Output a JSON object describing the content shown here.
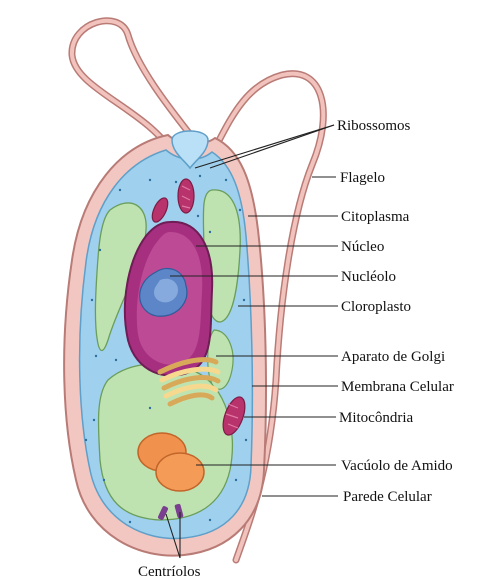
{
  "diagram": {
    "labels": {
      "ribossomos": "Ribossomos",
      "flagelo": "Flagelo",
      "citoplasma": "Citoplasma",
      "nucleo": "Núcleo",
      "nucleolo": "Nucléolo",
      "cloroplasto": "Cloroplasto",
      "golgi": "Aparato de Golgi",
      "membrana": "Membrana Celular",
      "mitocondria": "Mitocôndria",
      "vacuolo": "Vacúolo de Amido",
      "parede": "Parede Celular",
      "centriolos": "Centríolos"
    },
    "colors": {
      "cell_wall": "#f2c7c2",
      "cell_wall_edge": "#b97b76",
      "cytoplasm": "#9fd0ee",
      "chloroplast": "#bfe3b0",
      "nucleus": "#a6307f",
      "nucleolus": "#5d86c8",
      "golgi": "#f6d98f",
      "mitochondria": "#b8326b",
      "starch_vacuole": "#f0924e",
      "flagellum": "#e6a9a3",
      "centrioles": "#7a3f8f"
    }
  }
}
